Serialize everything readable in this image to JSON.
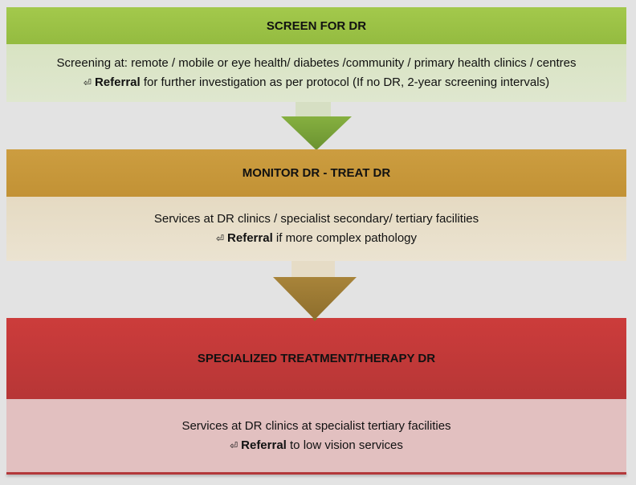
{
  "steps": [
    {
      "title": "SCREEN FOR DR",
      "line1": "Screening at: remote / mobile or eye health/ diabetes /community / primary health clinics / centres",
      "referral_label": "Referral",
      "referral_text": "for further investigation as per protocol (If no DR, 2-year screening intervals)",
      "color": "#9dc347"
    },
    {
      "title": "MONITOR DR - TREAT DR",
      "line1": "Services at DR clinics / specialist secondary/ tertiary facilities",
      "referral_label": "Referral",
      "referral_text": "if more complex pathology",
      "color": "#c99a3e"
    },
    {
      "title": "SPECIALIZED TREATMENT/THERAPY DR",
      "line1": "Services at DR clinics at specialist tertiary facilities",
      "referral_label": "Referral",
      "referral_text": "to low vision services",
      "color": "#c93b3a"
    }
  ],
  "referral_icon": "return-arrow-icon",
  "referral_glyph": "⏎"
}
